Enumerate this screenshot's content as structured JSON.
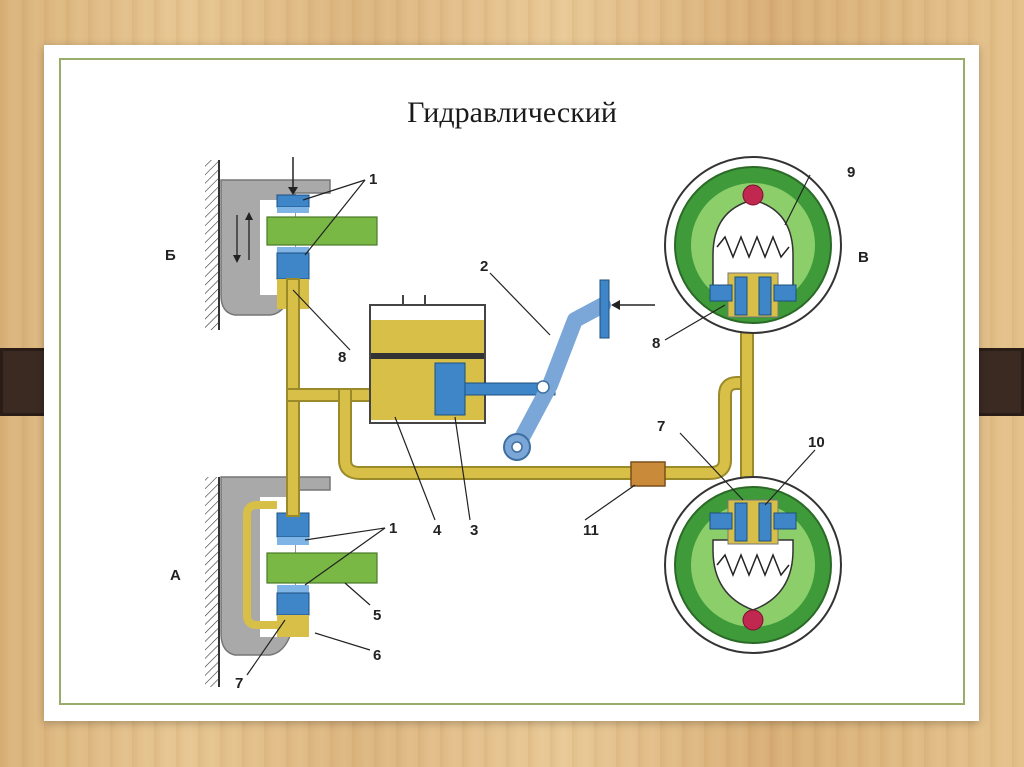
{
  "slide": {
    "title": "Гидравлический"
  },
  "labels": {
    "n1_top": "1",
    "n2": "2",
    "n3": "3",
    "n4": "4",
    "n8_left": "8",
    "n8_right": "8",
    "n7_right": "7",
    "n10": "10",
    "n11": "11",
    "n1_bottom": "1",
    "n5": "5",
    "n6": "6",
    "n7_left": "7",
    "n9": "9",
    "A": "А",
    "B": "Б",
    "V": "В"
  },
  "colors": {
    "fluid": "#d8c048",
    "pipe_outline": "#9a8a2a",
    "piston": "#3f86c8",
    "caliper": "#a9a9a9",
    "disc": "#79b845",
    "drum": "#3f9a3a",
    "pedal": "#7aa6d8",
    "pin": "#c02850"
  }
}
